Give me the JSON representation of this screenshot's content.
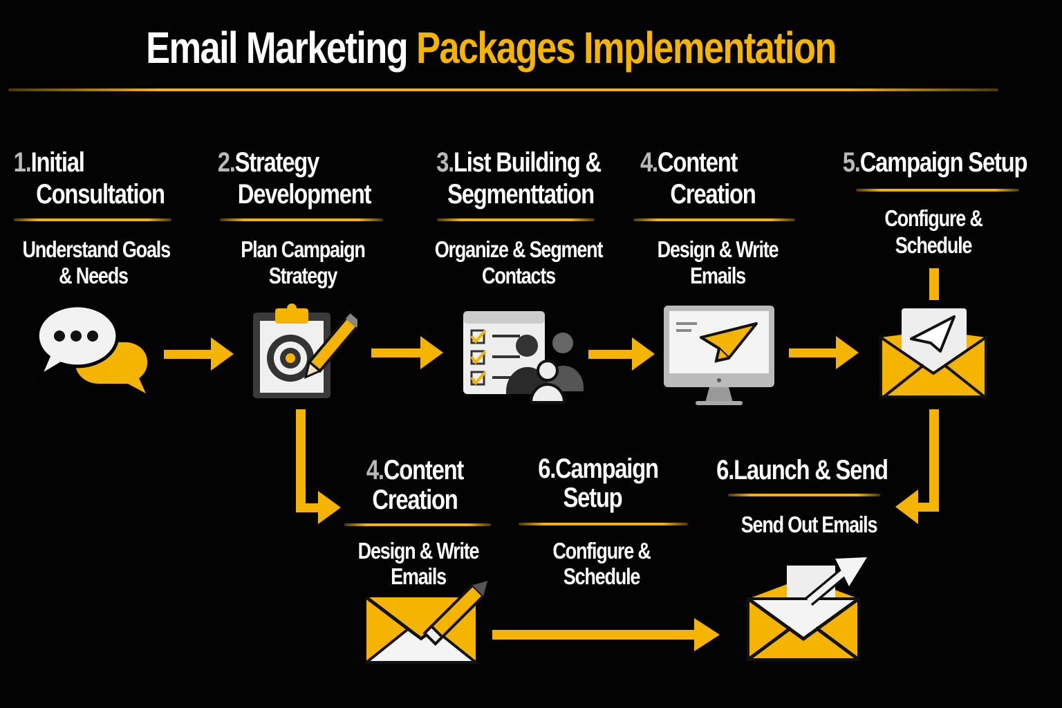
{
  "title": {
    "part1": "Email Marketing",
    "part2": "Packages Implementation"
  },
  "colors": {
    "accent": "#F5B400",
    "background": "#030303",
    "text": "#FFFFFF",
    "number": "#B9B9B9"
  },
  "top_steps": [
    {
      "num": "1.",
      "title1": "Initial",
      "title2": "Consultation",
      "sub1": "Understand Goals",
      "sub2": "& Needs",
      "icon": "chat-bubbles-icon"
    },
    {
      "num": "2.",
      "title1": "Strategy",
      "title2": "Development",
      "sub1": "Plan Campaign",
      "sub2": "Strategy",
      "icon": "clipboard-target-icon"
    },
    {
      "num": "3.",
      "title1": "List Building &",
      "title2": "Segmenttation",
      "sub1": "Organize & Segment",
      "sub2": "Contacts",
      "icon": "checklist-people-icon"
    },
    {
      "num": "4.",
      "title1": "Content",
      "title2": "Creation",
      "sub1": "Design & Write",
      "sub2": "Emails",
      "icon": "monitor-paper-plane-icon"
    },
    {
      "num": "5.",
      "title1": "Campaign Setup",
      "sub1": "Configure &",
      "sub2": "Schedule",
      "icon": "envelope-paper-plane-icon"
    }
  ],
  "bottom_steps": [
    {
      "num": "4.",
      "title1": "Content",
      "title2": "Creation",
      "sub1": "Design & Write",
      "sub2": "Emails",
      "icon": "envelope-pencil-icon"
    },
    {
      "num": "6.",
      "title1": "Campaign",
      "title2": "Setup",
      "sub1": "Configure &",
      "sub2": "Schedule"
    },
    {
      "num": "6.",
      "title1": "Launch & Send",
      "sub1": "Send Out Emails",
      "icon": "envelope-send-arrow-icon"
    }
  ]
}
